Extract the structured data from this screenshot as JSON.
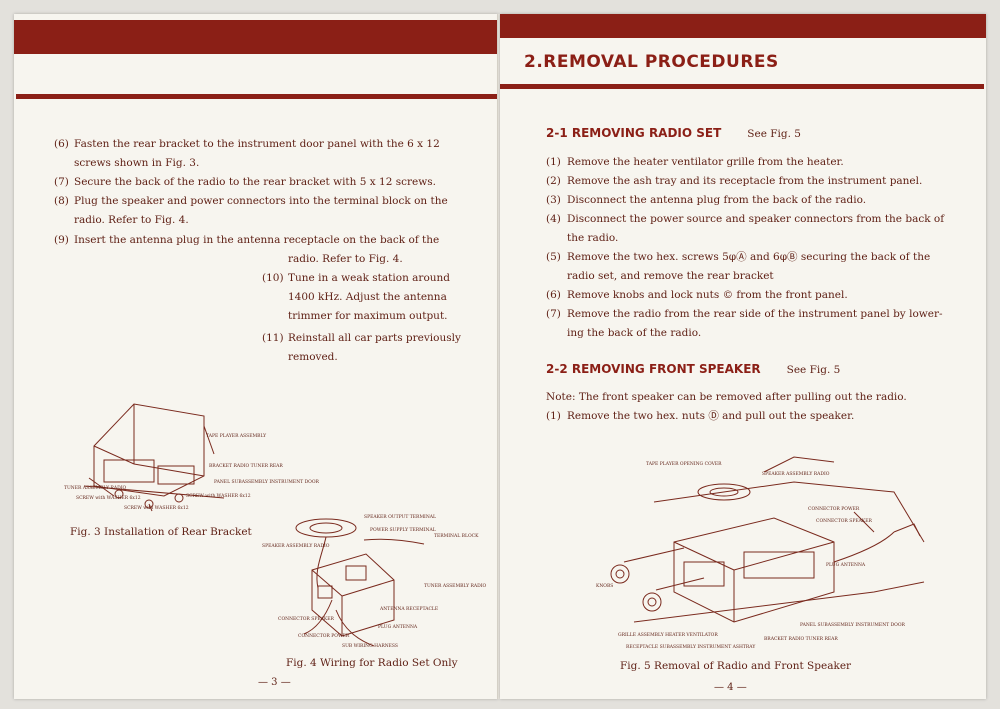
{
  "left_page": {
    "steps": [
      {
        "num": "(6)",
        "lines": [
          "Fasten the rear bracket to the instrument door panel with the 6 x 12",
          "screws shown in Fig. 3."
        ]
      },
      {
        "num": "(7)",
        "lines": [
          "Secure the back of the radio to the rear bracket with 5 x 12 screws."
        ]
      },
      {
        "num": "(8)",
        "lines": [
          "Plug the speaker and power connectors into the terminal block on the",
          "radio.  Refer to Fig. 4."
        ]
      },
      {
        "num": "(9)",
        "lines": [
          "Insert the antenna plug in the antenna receptacle  on  the back of the",
          "radio.  Refer to Fig. 4."
        ]
      },
      {
        "num": "(10)",
        "lines": [
          "Tune in a weak station around",
          "1400 kHz.  Adjust the antenna",
          "trimmer for maximum output."
        ]
      },
      {
        "num": "(11)",
        "lines": [
          "Reinstall all car parts previously",
          "removed."
        ]
      }
    ],
    "fig3": {
      "caption": "Fig. 3 Installation of Rear Bracket",
      "labels": [
        "TAPE PLAYER ASSEMBLY",
        "BRACKET RADIO TUNER REAR",
        "PANEL SUBASSEMBLY INSTRUMENT DOOR",
        "TUNER ASSEMBLY RADIO",
        "SCREW with WASHER 6x12",
        "SCREW with WASHER 6x12",
        "SCREW with WASHER 6x12"
      ]
    },
    "fig4": {
      "caption": "Fig. 4 Wiring for Radio Set Only",
      "labels": [
        "SPEAKER OUTPUT TERMINAL",
        "POWER SUPPLY TERMINAL",
        "TERMINAL BLOCK",
        "SPEAKER ASSEMBLY RADIO",
        "TUNER ASSEMBLY RADIO",
        "ANTENNA RECEPTACLE",
        "CONNECTOR SPEAKER",
        "PLUG ANTENNA",
        "CONNECTOR POWER",
        "SUB WIRING HARNESS"
      ]
    },
    "page_number": "— 3 —"
  },
  "right_page": {
    "chapter_title": "2.REMOVAL  PROCEDURES",
    "section1": {
      "title": "2-1 REMOVING  RADIO  SET",
      "see": "See Fig. 5",
      "steps": [
        {
          "num": "(1)",
          "lines": [
            "Remove the heater ventilator grille from the heater."
          ]
        },
        {
          "num": "(2)",
          "lines": [
            "Remove the ash tray and its receptacle from the instrument panel."
          ]
        },
        {
          "num": "(3)",
          "lines": [
            "Disconnect the antenna plug from the back of the radio."
          ]
        },
        {
          "num": "(4)",
          "lines": [
            "Disconnect the power source and speaker connectors from the back of",
            "the radio."
          ]
        },
        {
          "num": "(5)",
          "lines": [
            "Remove the two hex. screws 5φⒶ and 6φⒷ securing the back of the",
            "radio set, and remove the rear bracket"
          ]
        },
        {
          "num": "(6)",
          "lines": [
            "Remove knobs and lock nuts © from the front panel."
          ]
        },
        {
          "num": "(7)",
          "lines": [
            "Remove the radio from the rear side of the instrument panel by lower-",
            "ing the back of the radio."
          ]
        }
      ]
    },
    "section2": {
      "title": "2-2 REMOVING  FRONT  SPEAKER",
      "see": "See Fig. 5",
      "note": "Note:  The front speaker can be removed after pulling out the radio.",
      "steps": [
        {
          "num": "(1)",
          "lines": [
            "Remove the two hex. nuts Ⓓ and pull out the speaker."
          ]
        }
      ]
    },
    "fig5": {
      "caption": "Fig. 5 Removal of Radio and Front Speaker",
      "labels": [
        "TAPE PLAYER OPENING COVER",
        "SPEAKER ASSEMBLY RADIO",
        "CONNECTOR POWER",
        "CONNECTOR SPEAKER",
        "PLUG ANTENNA",
        "KNOBS",
        "GRILLE ASSEMBLY HEATER VENTILATOR",
        "RECEPTACLE SUBASSEMBLY INSTRUMENT ASHTRAY",
        "PANEL SUBASSEMBLY INSTRUMENT DOOR",
        "BRACKET RADIO TUNER REAR"
      ]
    },
    "page_number": "— 4 —"
  },
  "colors": {
    "accent": "#8b1f16",
    "text": "#5e1f14",
    "paper": "#f7f5ef"
  }
}
